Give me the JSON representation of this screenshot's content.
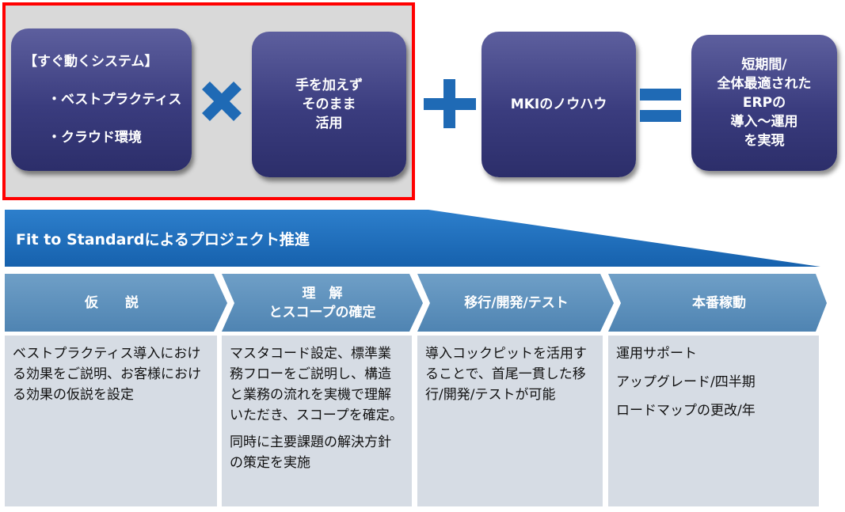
{
  "top": {
    "box1": {
      "title": "【すぐ動くシステム】",
      "items": [
        "・ベストプラクティス",
        "・クラウド環境"
      ]
    },
    "box2": {
      "text": "手を加えず\nそのまま\n活用"
    },
    "box3": {
      "text": "MKIのノウハウ"
    },
    "box4": {
      "text": "短期間/\n全体最適された\nERPの\n導入～運用\nを実現"
    },
    "operators": {
      "times_icon": "times-icon",
      "plus_icon": "plus-icon",
      "equals_icon": "equals-icon"
    }
  },
  "banner": {
    "title": "Fit to Standardによるプロジェクト推進"
  },
  "phases": [
    {
      "label": "仮　　説"
    },
    {
      "label": "理　解\nとスコープの確定"
    },
    {
      "label": "移行/開発/テスト"
    },
    {
      "label": "本番稼動"
    }
  ],
  "panels": [
    {
      "paragraphs": [
        "ベストプラクティス導入における効果をご説明、お客様における効果の仮説を設定"
      ]
    },
    {
      "paragraphs": [
        "マスタコード設定、標準業務フローをご説明し、構造と業務の流れを実機で理解いただき、スコープを確定。",
        "同時に主要課題の解決方針の策定を実施"
      ]
    },
    {
      "paragraphs": [
        "導入コックピットを活用することで、首尾一貫した移行/開発/テストが可能"
      ]
    },
    {
      "paragraphs": [
        "運用サポート",
        "アップグレード/四半期",
        "ロードマップの更改/年"
      ]
    }
  ],
  "colors": {
    "highlight_border": "#ff0000",
    "box": "#3a3c7e",
    "operator": "#1f6ab5",
    "banner": "#1f6ab5",
    "phase": "#5a8db8",
    "panel": "#d6dce4"
  }
}
